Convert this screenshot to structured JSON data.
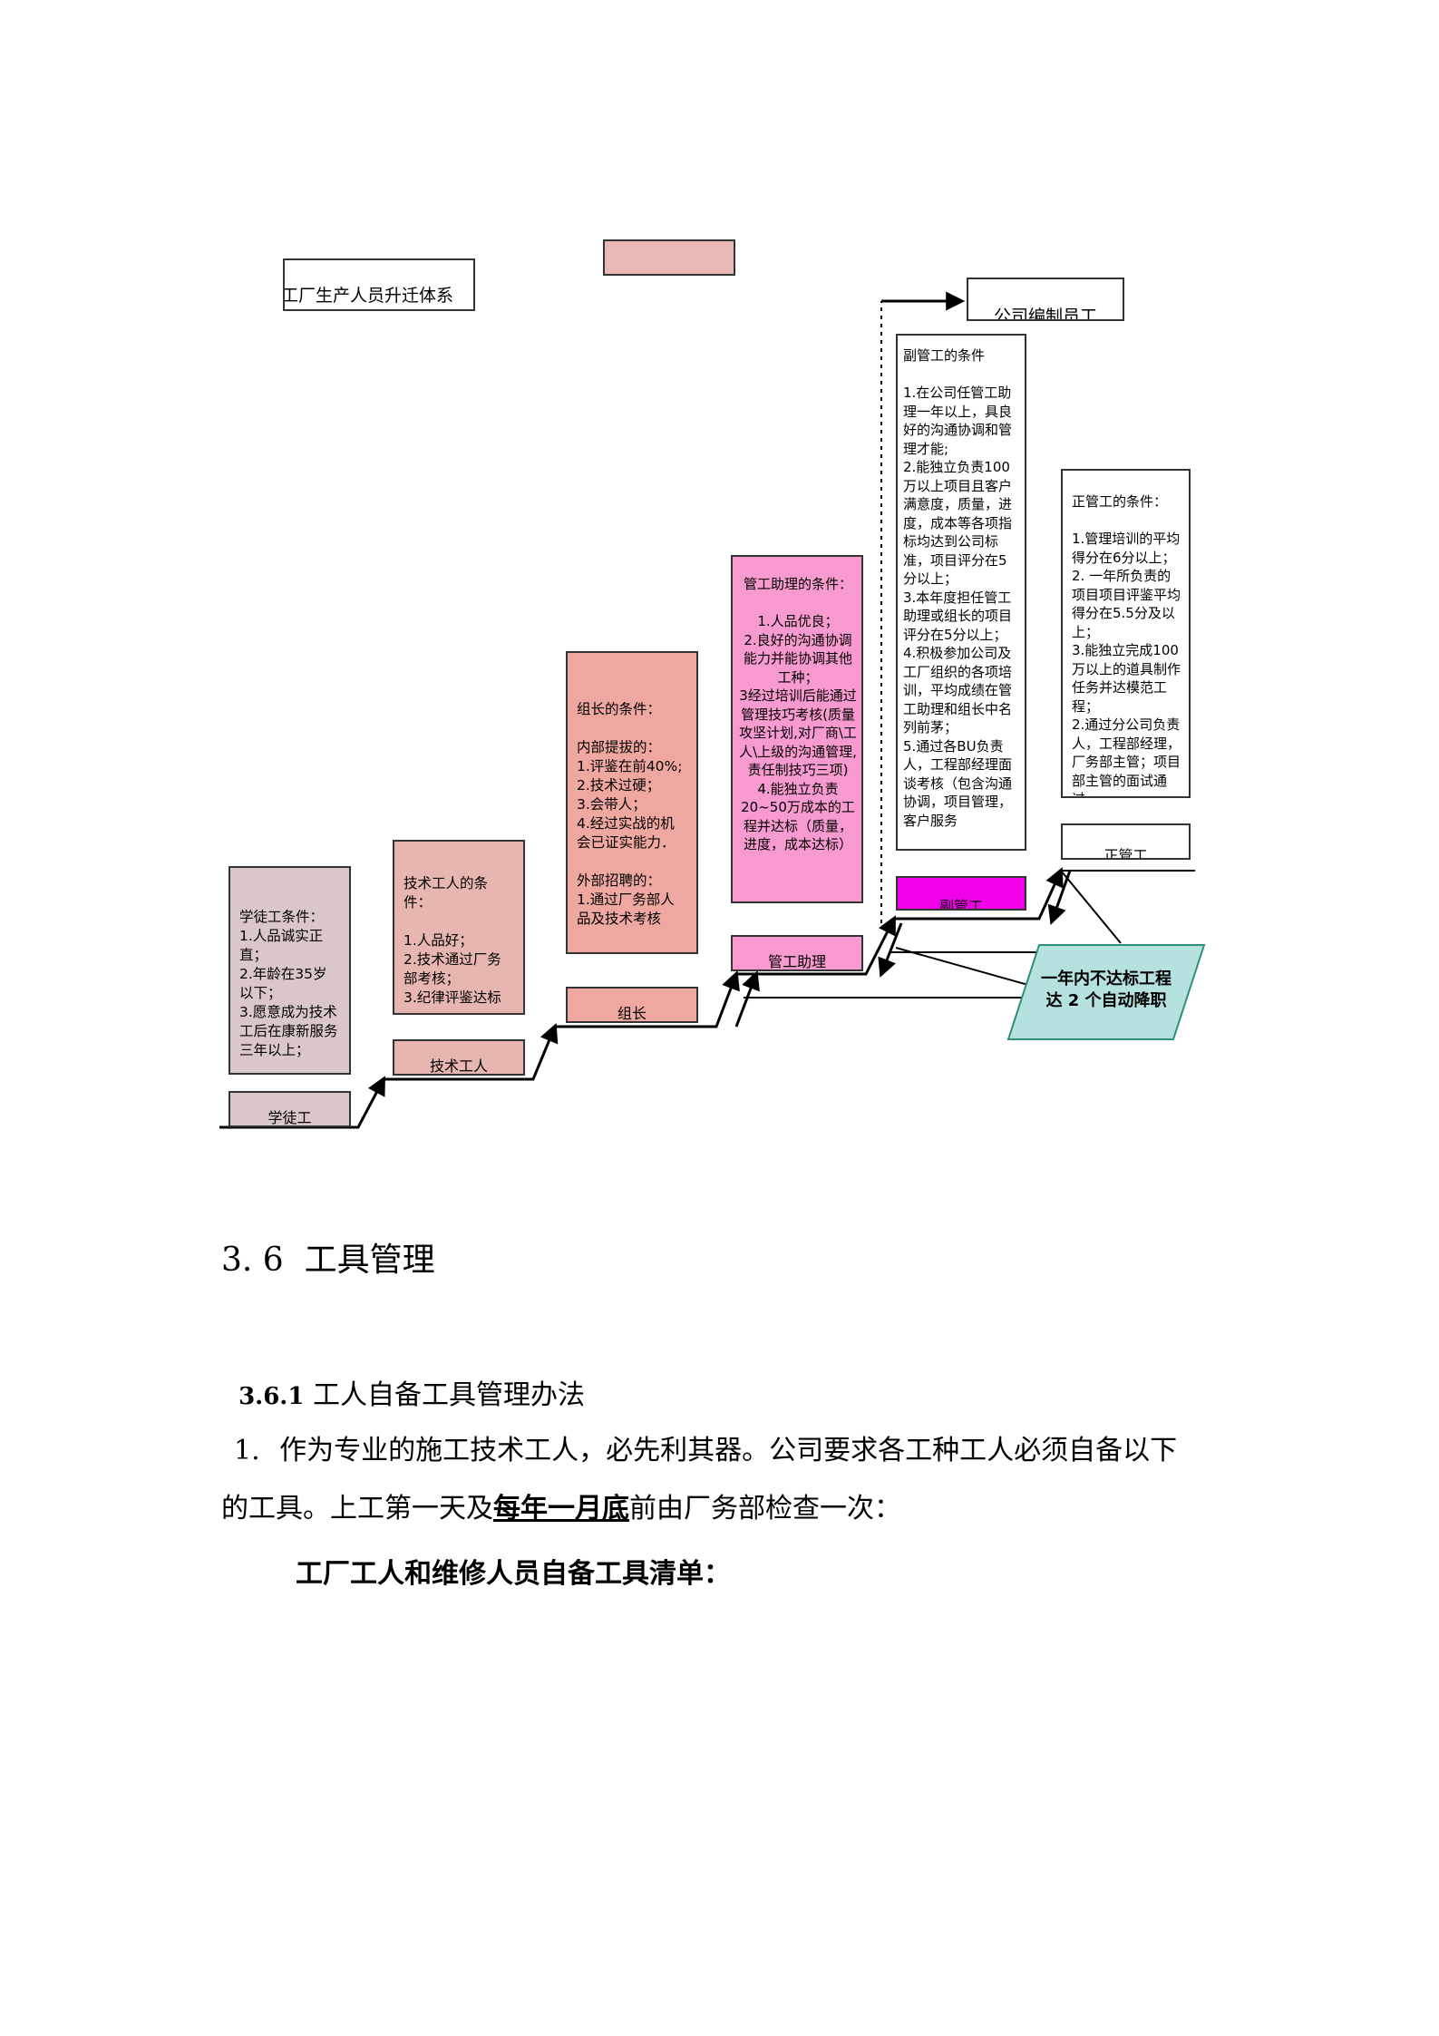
{
  "diagram": {
    "title": "工厂生产人员升迁体系",
    "company_staff": "公司编制员工",
    "steps": [
      {
        "label": "学徒工",
        "conditions": "学徒工条件：\n1.人品诚实正直；\n2.年龄在35岁以下；\n3.愿意成为技术工后在康新服务三年以上；"
      },
      {
        "label": "技术工人",
        "conditions": "技术工人的条件：\n\n1.人品好；\n2.技术通过厂务部考核；\n3.纪律评鉴达标"
      },
      {
        "label": "组长",
        "conditions": "组长的条件：\n\n内部提拔的：\n1.评鉴在前40%;\n2.技术过硬；\n3.会带人；\n4.经过实战的机会已证实能力．\n\n外部招聘的：\n1.通过厂务部人品及技术考核"
      },
      {
        "label": "管工助理",
        "conditions": "管工助理的条件：\n\n1.人品优良；\n2.良好的沟通协调能力并能协调其他工种；\n3经过培训后能通过管理技巧考核(质量攻坚计划,对厂商\\工人\\上级的沟通管理,责任制技巧三项)\n4.能独立负责20~50万成本的工程并达标（质量，进度，成本达标）"
      },
      {
        "label": "副管工",
        "conditions": "副管工的条件\n\n1.在公司任管工助理一年以上，具良好的沟通协调和管理才能;\n2.能独立负责100万以上项目且客户满意度，质量，进度，成本等各项指标均达到公司标准，项目评分在5分以上；\n3.本年度担任管工助理或组长的项目评分在5分以上；\n4.积极参加公司及工厂组织的各项培训，平均成绩在管工助理和组长中名列前茅；\n5.通过各BU负责人，工程部经理面谈考核（包含沟通协调，项目管理，客户服务"
      },
      {
        "label": "正管工",
        "conditions": "正管工的条件：\n\n1.管理培训的平均得分在6分以上；\n2. 一年所负责的项目项目评鉴平均得分在5.5分及以上；\n3.能独立完成100万以上的道具制作任务并达模范工程；\n2.通过分公司负责人，工程部经理，厂务部主管；项目部主管的面试通过。"
      }
    ],
    "demotion_note": "一年内不达标工程达 2 个自动降职"
  },
  "section": {
    "heading": "3. 6  工具管理",
    "subheading_num": "3.6.1",
    "subheading_text": " 工人自备工具管理办法"
  },
  "paragraph": {
    "number": "1.",
    "line1": "作为专业的施工技术工人，必先利其器。公司要求各工种工人必须自备以下",
    "line2_a": "的工具。上工第一天及",
    "line2_emph": "每年一月底",
    "line2_b": "前由厂务部检查一次：",
    "list_title": "工厂工人和维修人员自备工具清单："
  },
  "colors": {
    "step1": "#dac8c8",
    "step2": "#e7b6b0",
    "step3": "#eea8a0",
    "step4": "#f79ad0",
    "step5": "#f000e8",
    "demotion_box": "#b5e1de",
    "top_rect": "#e9b9b6"
  }
}
